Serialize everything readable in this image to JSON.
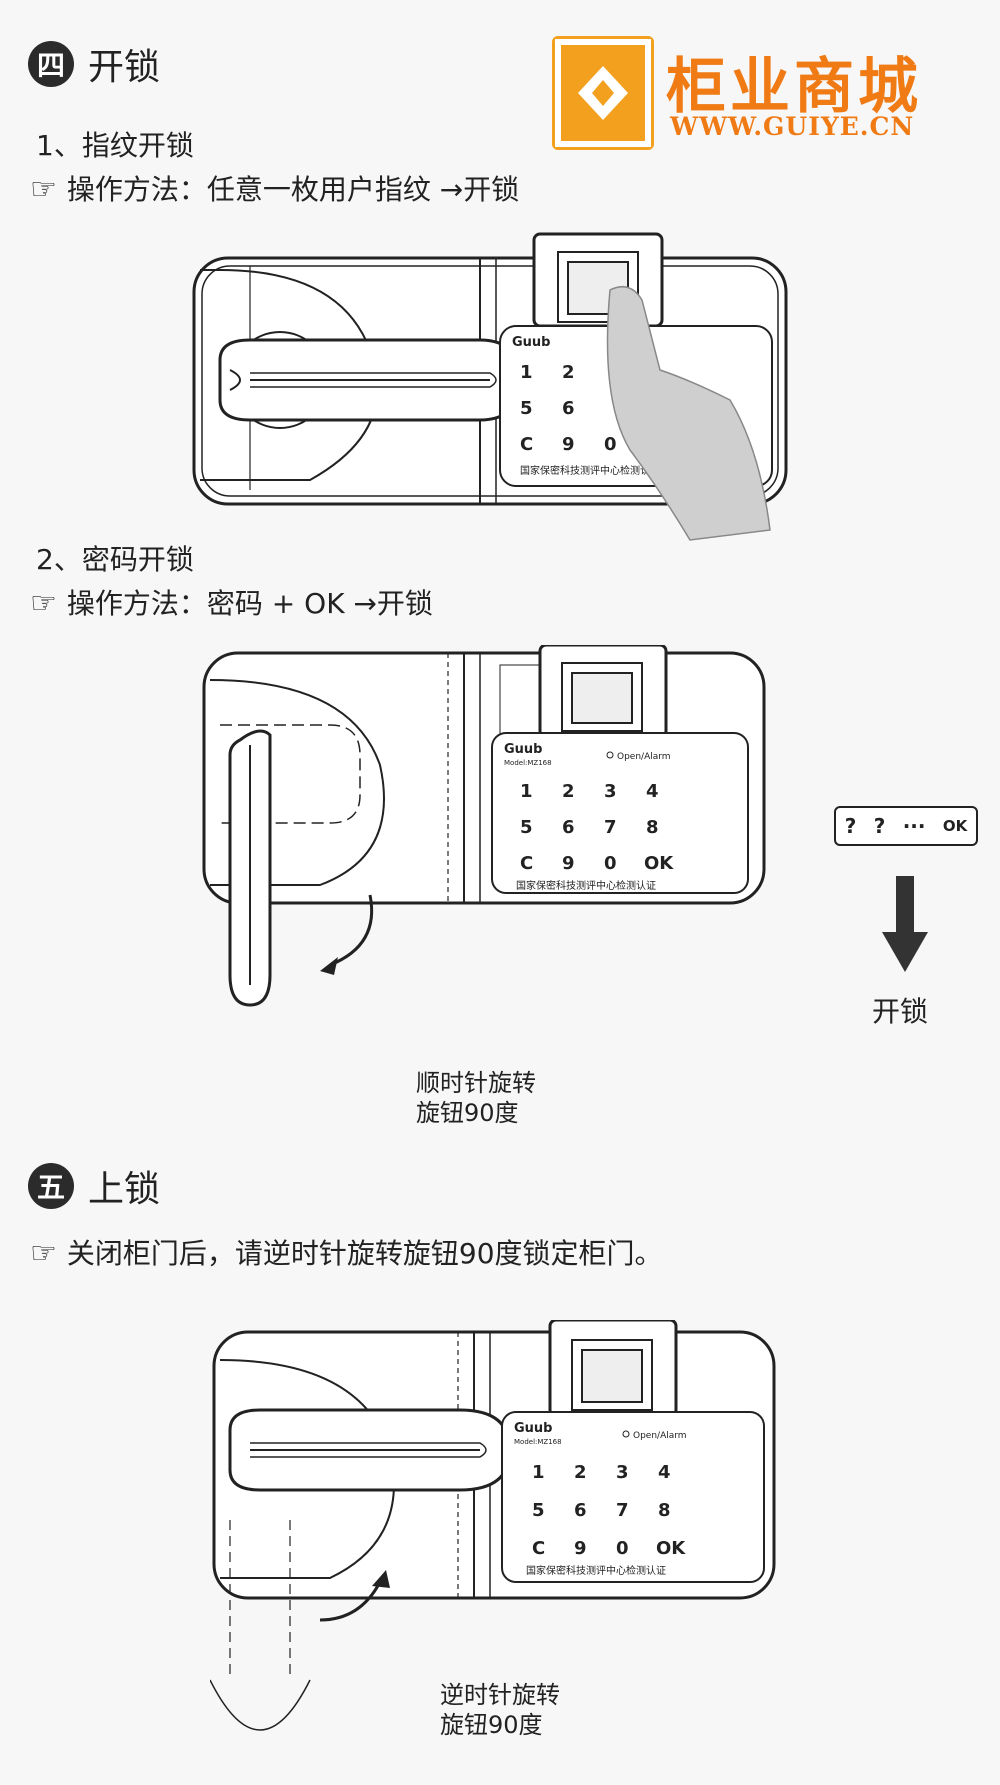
{
  "logo": {
    "title": "柜业商城",
    "url": "WWW.GUIYE.CN"
  },
  "sections": {
    "unlock": {
      "badge": "四",
      "title": "开锁"
    },
    "lock": {
      "badge": "五",
      "title": "上锁"
    }
  },
  "steps": {
    "fingerprint": {
      "heading": "1、指纹开锁",
      "method": "操作方法：任意一枚用户指纹 →开锁"
    },
    "password": {
      "heading": "2、密码开锁",
      "method": "操作方法：密码 +  OK →开锁"
    },
    "lock": {
      "method": "关闭柜门后，请逆时针旋转旋钮90度锁定柜门。"
    }
  },
  "keypad": {
    "brand": "Guub",
    "model": "Model:MZ168",
    "indicator": "Open/Alarm",
    "cert": "国家保密科技测评中心检测认证",
    "keys": [
      "1",
      "2",
      "3",
      "4",
      "5",
      "6",
      "7",
      "8",
      "C",
      "9",
      "0",
      "OK"
    ]
  },
  "sequence": {
    "items": [
      "?",
      "?",
      "···",
      "OK"
    ],
    "result": "开锁"
  },
  "captions": {
    "clockwise_1": "顺时针旋转",
    "clockwise_2": "旋钮90度",
    "counter_1": "逆时针旋转",
    "counter_2": "旋钮90度"
  }
}
